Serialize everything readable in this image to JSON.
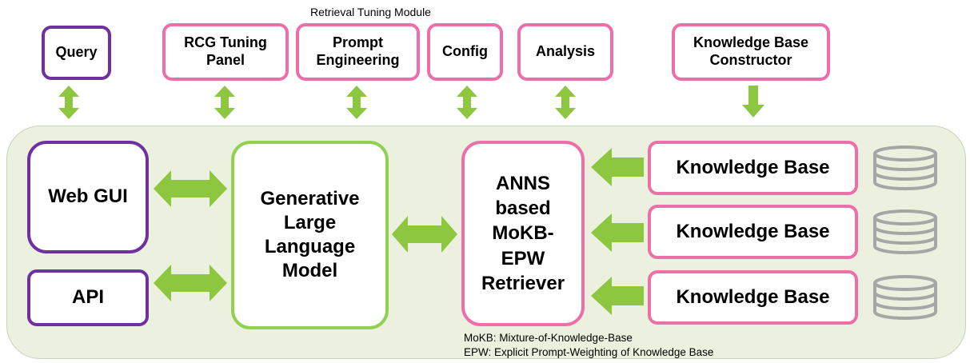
{
  "caption": "Retrieval Tuning Module",
  "top_boxes": {
    "query": "Query",
    "rcg": "RCG Tuning Panel",
    "prompt": "Prompt Engineering",
    "config": "Config",
    "analysis": "Analysis",
    "kb_constructor": "Knowledge Base Constructor"
  },
  "web_gui": "Web GUI",
  "api": "API",
  "llm": "Generative Large Language Model",
  "retriever": "ANNS based MoKB-EPW Retriever",
  "knowledge_bases": [
    "Knowledge Base",
    "Knowledge Base",
    "Knowledge Base"
  ],
  "notes": {
    "mokb": "MoKB: Mixture-of-Knowledge-Base",
    "epw": "EPW: Explicit Prompt-Weighting of Knowledge Base"
  },
  "colors": {
    "purple": "#7030a0",
    "pink": "#ec6fa9",
    "green": "#92d050",
    "arrow": "#8dc63f",
    "panel": "#ebf1de",
    "database": "#a6a6a6"
  }
}
